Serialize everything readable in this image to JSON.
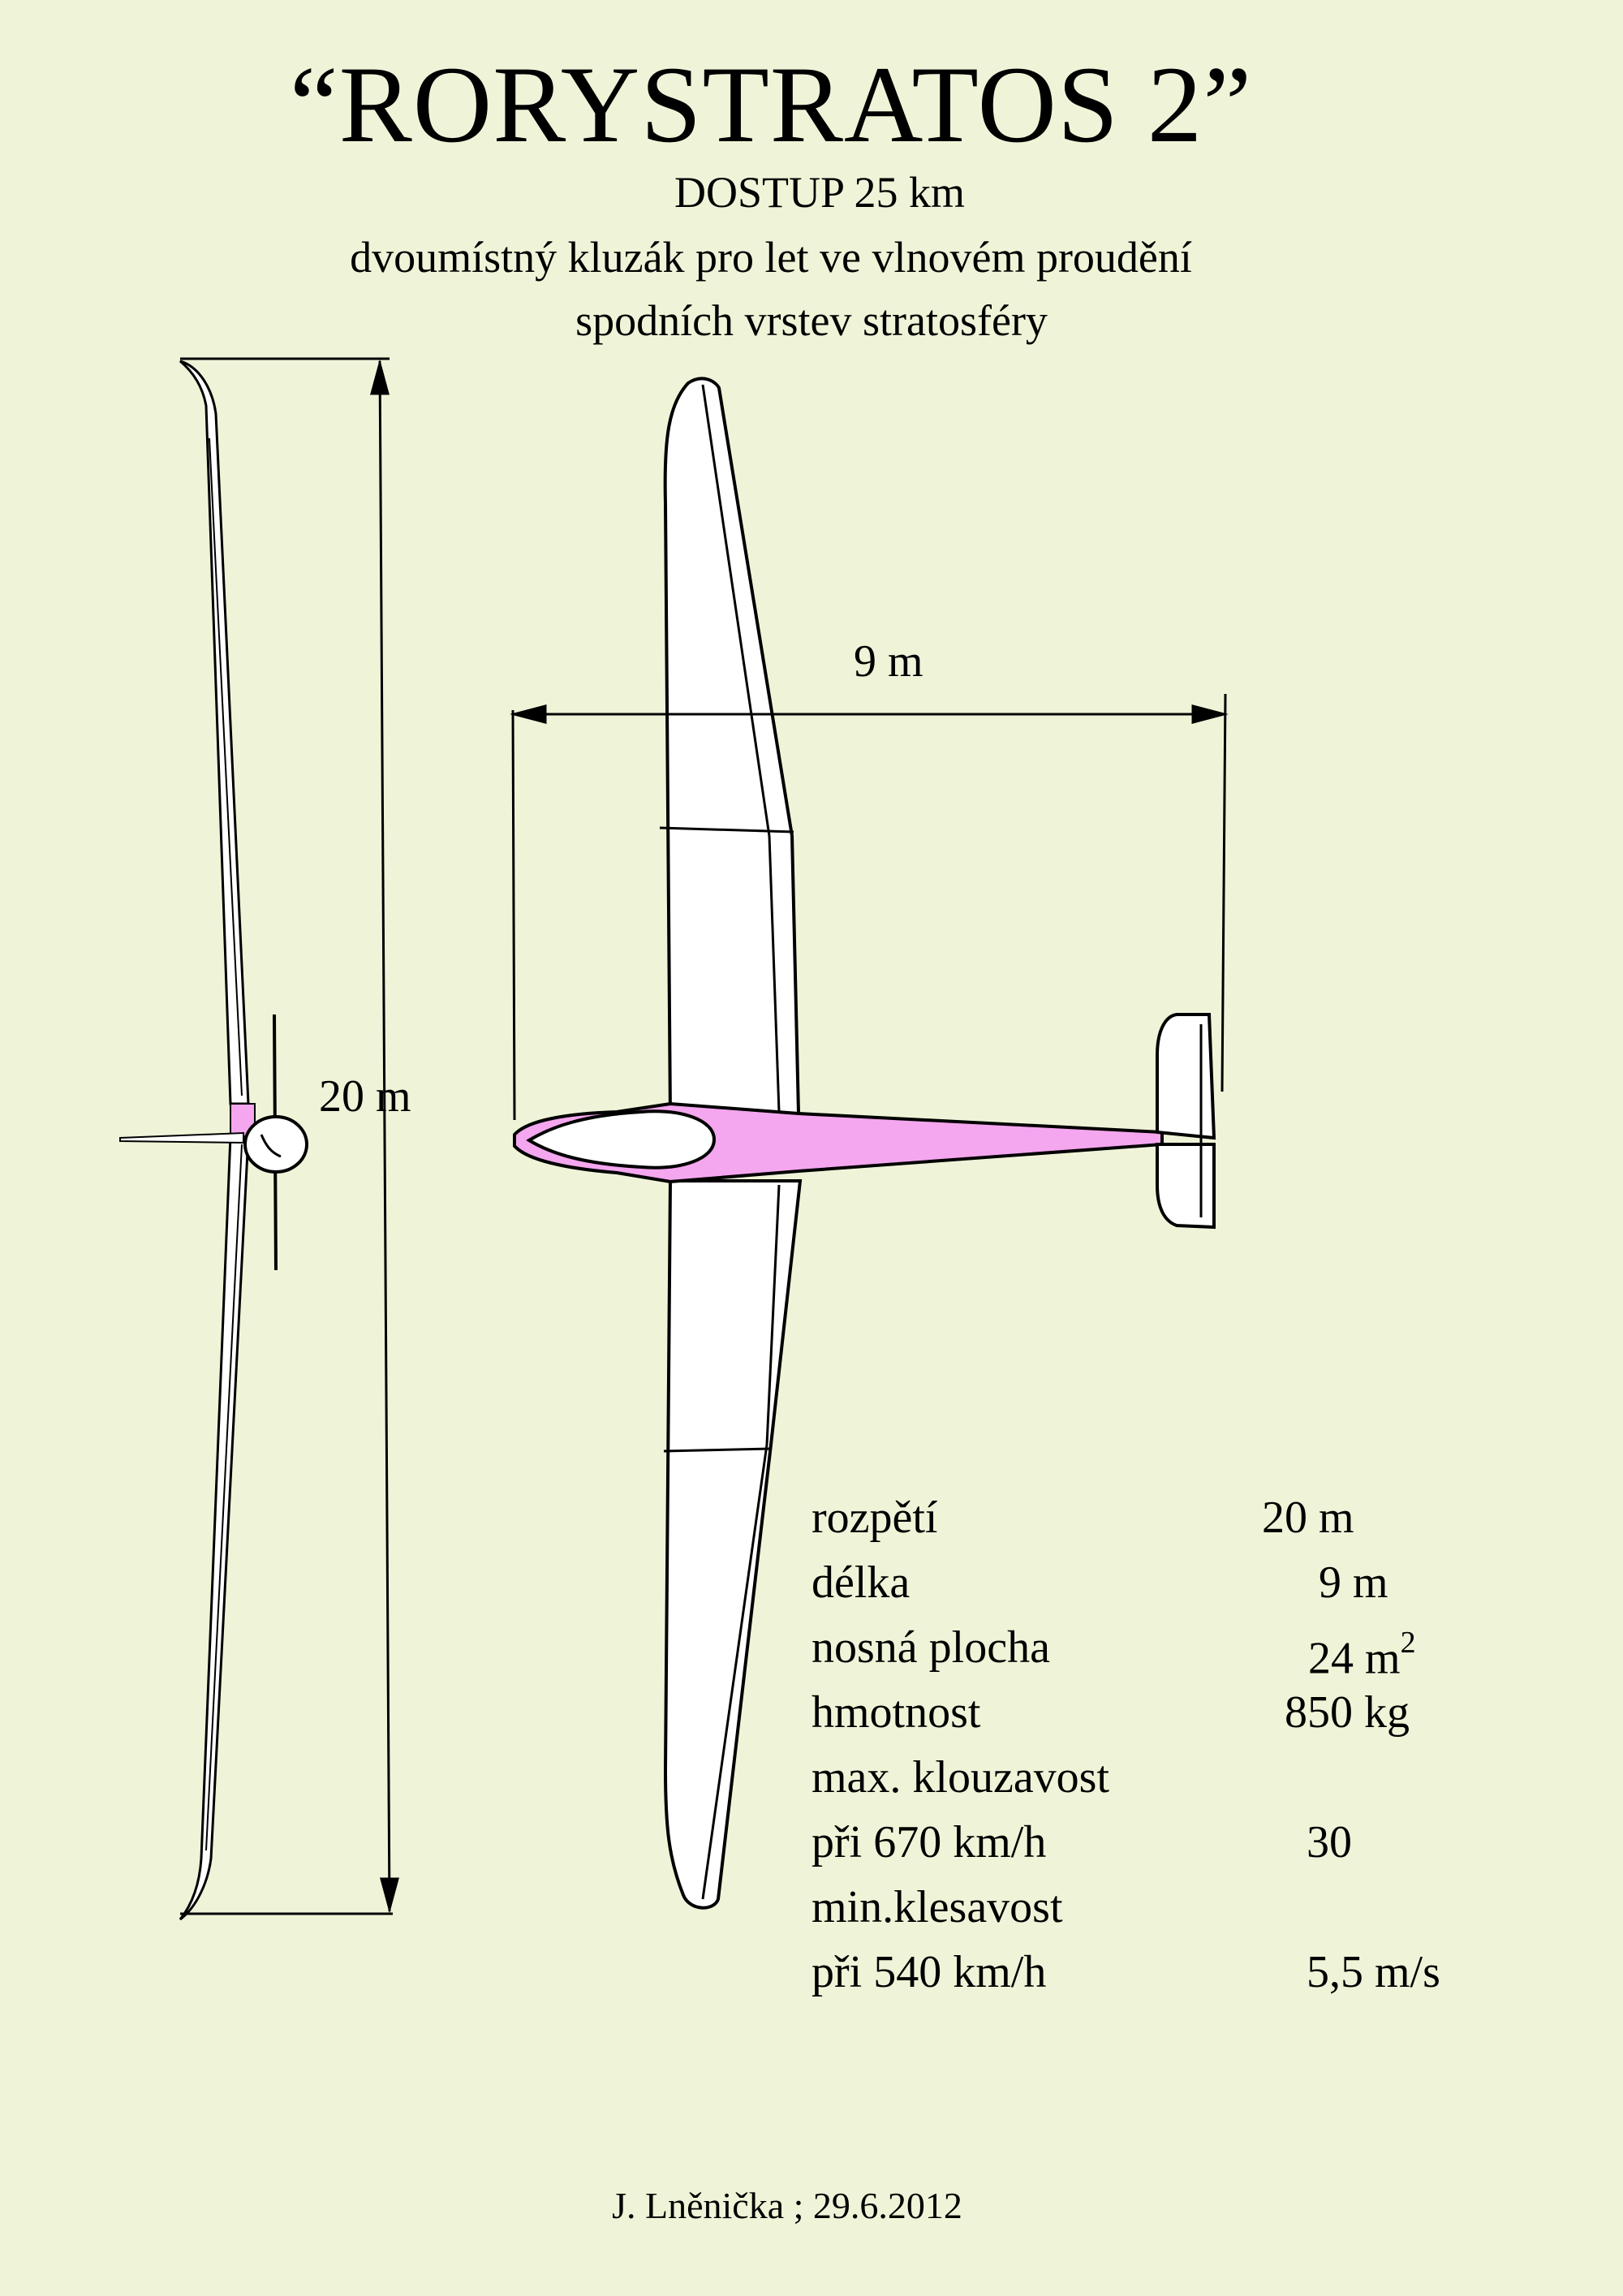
{
  "header": {
    "title": "“RORYSTRATOS 2”",
    "subtitle_altitude": "DOSTUP  25 km",
    "subtitle_line1": "dvoumístný kluzák pro let ve vlnovém proudění",
    "subtitle_line2": "spodních vrstev stratosféry"
  },
  "dimensions": {
    "length_label": "9 m",
    "span_label": "20 m"
  },
  "specs": {
    "rows": [
      {
        "label": "rozpětí",
        "value": "20 m"
      },
      {
        "label": "délka",
        "value": "9  m"
      },
      {
        "label": "nosná plocha",
        "value": "24 m",
        "sup": "2"
      },
      {
        "label": "hmotnost",
        "value": "850 kg"
      },
      {
        "label": "max. klouzavost",
        "value": ""
      },
      {
        "label": "při 670 km/h",
        "value": "30"
      },
      {
        "label": "min.klesavost",
        "value": ""
      },
      {
        "label": "při 540 km/h",
        "value": "5,5 m/s"
      }
    ]
  },
  "footer": {
    "author": "J. Lněnička ; 29.6.2012"
  },
  "colors": {
    "background": "#eff4d8",
    "fuselage_fill": "#f4a6ee",
    "airframe_fill": "#ffffff",
    "line": "#000000"
  }
}
